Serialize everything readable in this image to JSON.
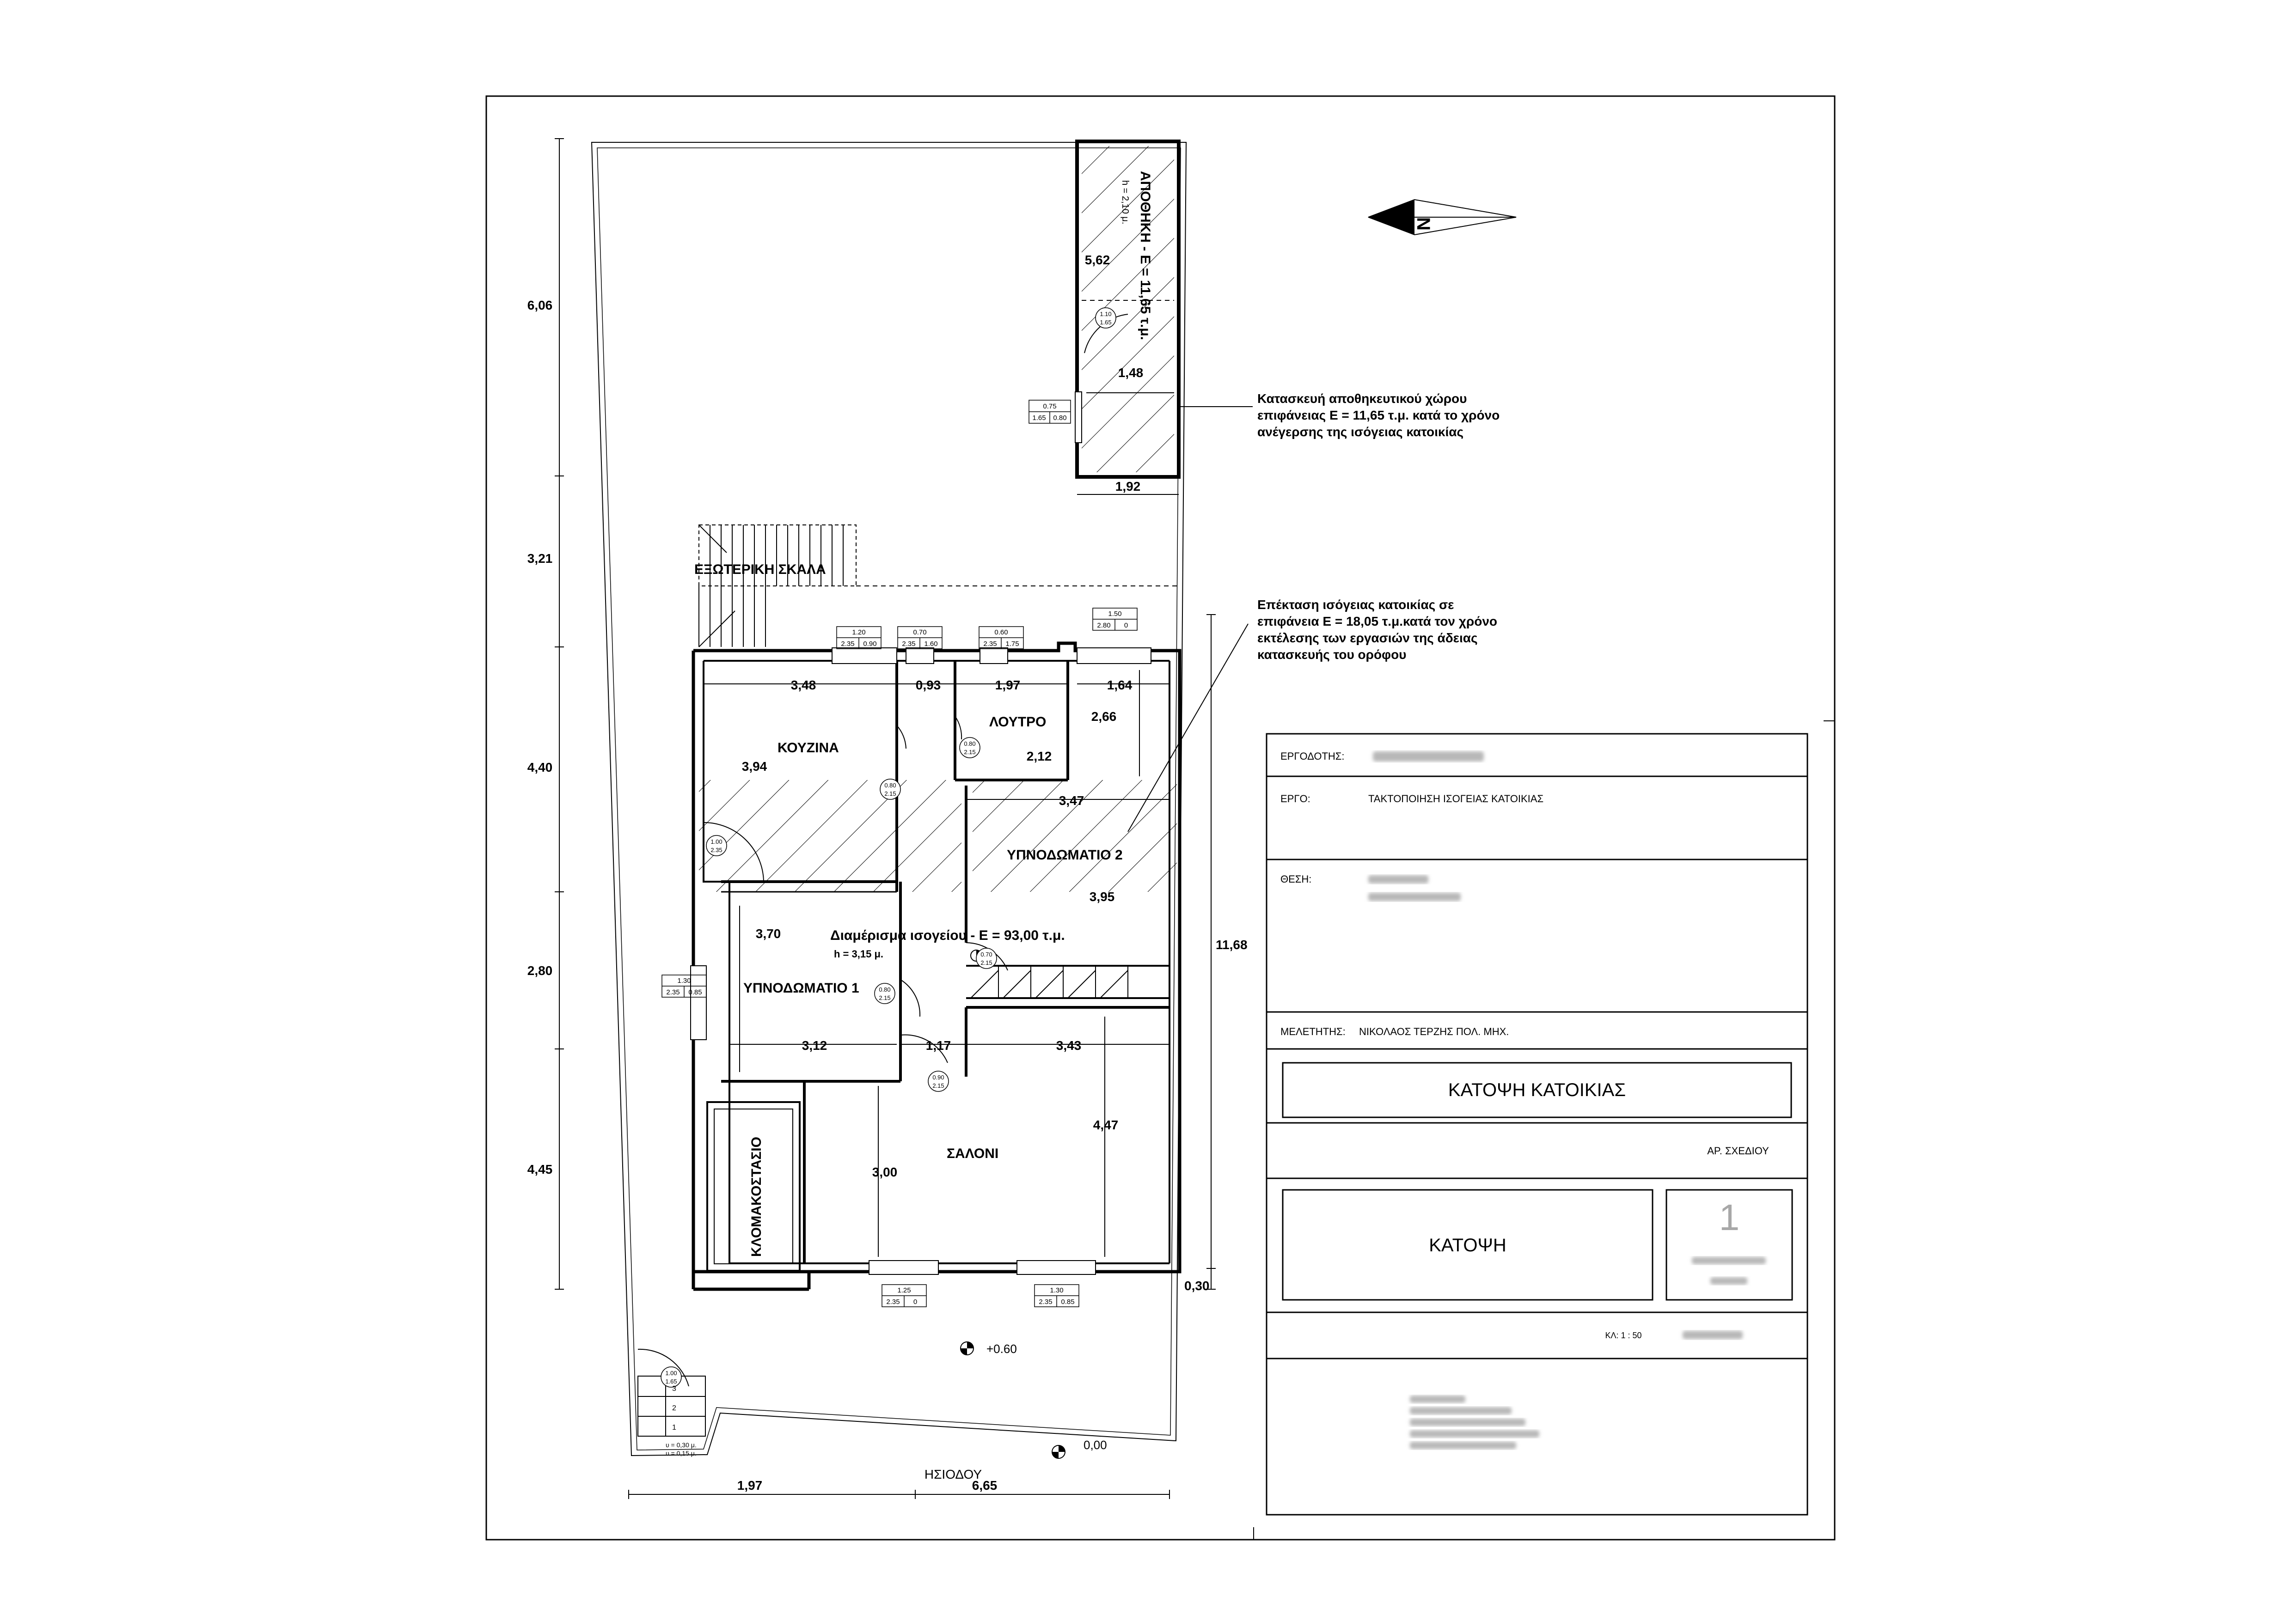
{
  "plan": {
    "rooms": {
      "storage_title": "ΑΠΟΘΗΚΗ - Ε = 11,65 τ.μ.",
      "storage_height": "h = 2,10 μ.",
      "external_stair": "ΕΞΩΤΕΡΙΚΗ ΣΚΑΛΑ",
      "kitchen": "ΚΟΥΖΙΝΑ",
      "bathroom": "ΛΟΥΤΡΟ",
      "bedroom2": "ΥΠΝΟΔΩΜΑΤΙΟ 2",
      "bedroom1": "ΥΠΝΟΔΩΜΑΤΙΟ 1",
      "living": "ΣΑΛΟΝΙ",
      "boiler": "ΚΛΟΜΑΚΟΣΤΑΣΙΟ",
      "apartment_title": "Διαμέρισμα ισογείου - Ε = 93,00 τ.μ.",
      "apartment_height": "h = 3,15 μ."
    },
    "street": "ΗΣΙΟΔΟΥ",
    "levels": {
      "plus": "+0.60",
      "zero": "0,00"
    },
    "stairs": {
      "s1": "1",
      "s2": "2",
      "s3": "3",
      "rise": "υ = 0,30 μ.",
      "tread": "υ = 0,15 μ."
    },
    "dims": {
      "left": [
        "6,06",
        "3,21",
        "4,40",
        "2,80",
        "4,45"
      ],
      "right_total": "11,68",
      "right_bottom": "0,30",
      "bottom": [
        "1,97",
        "6,65"
      ],
      "storage_w": "1,92",
      "storage_inner_w": "1,48",
      "storage_l": "5,62",
      "kitchen_w": "3,48",
      "kitchen_l": "3,94",
      "corridor_w": "0,93",
      "bath_w": "1,97",
      "bath_l": "2,12",
      "ext_w": "1,64",
      "ext_l": "2,66",
      "bed2_w": "3,47",
      "bed2_l": "3,95",
      "bed1_l": "3,70",
      "bed1_w": "3,12",
      "hall_w": "1,17",
      "living_w": "3,43",
      "living_l": "4,47",
      "living_l2": "3,00"
    },
    "window_tags": [
      {
        "top": "0.75",
        "bl": "1.65",
        "br": "0.80"
      },
      {
        "top": "1.20",
        "bl": "2.35",
        "br": "0.90"
      },
      {
        "top": "0.70",
        "bl": "2.35",
        "br": "1.60"
      },
      {
        "top": "0.60",
        "bl": "2.35",
        "br": "1.75"
      },
      {
        "top": "1.50",
        "bl": "2.80",
        "br": "0"
      },
      {
        "top": "1.30",
        "bl": "2.35",
        "br": "0.85"
      },
      {
        "top": "1.25",
        "bl": "2.35",
        "br": "0"
      },
      {
        "top": "1.30",
        "bl": "2.35",
        "br": "0.85"
      }
    ],
    "door_tags": [
      {
        "top": "1.10",
        "bottom": "1.65"
      },
      {
        "top": "0.80",
        "bottom": "2.15"
      },
      {
        "top": "0.80",
        "bottom": "2.15"
      },
      {
        "top": "1.00",
        "bottom": "2.35"
      },
      {
        "top": "0.80",
        "bottom": "2.15"
      },
      {
        "top": "0.70",
        "bottom": "2.15"
      },
      {
        "top": "0.90",
        "bottom": "2.15"
      },
      {
        "top": "1.00",
        "bottom": "1.65"
      }
    ]
  },
  "notes": {
    "storage_note": [
      "Κατασκευή αποθηκευτικού χώρου",
      "επιφάνειας Ε = 11,65 τ.μ. κατά το χρόνο",
      "ανέγερσης της ισόγειας κατοικίας"
    ],
    "extension_note": [
      "Επέκταση ισόγειας κατοικίας σε",
      "επιφάνεια Ε = 18,05 τ.μ.κατά τον χρόνο",
      "εκτέλεσης των εργασιών της άδειας",
      "κατασκευής του ορόφου"
    ]
  },
  "title_block": {
    "owner_label": "ΕΡΓΟΔΟΤΗΣ:",
    "project_label": "ΕΡΓΟ:",
    "project_value": "ΤΑΚΤΟΠΟΙΗΣΗ ΙΣΟΓΕΙΑΣ ΚΑΤΟΙΚΙΑΣ",
    "location_label": "ΘΕΣΗ:",
    "engineer_label": "ΜΕΛΕΤΗΤΗΣ:",
    "engineer_value": "ΝΙΚΟΛΑΟΣ ΤΕΡΖΗΣ ΠΟΛ. ΜΗΧ.",
    "drawing_title": "ΚΑΤΟΨΗ ΚΑΤΟΙΚΙΑΣ",
    "drawing_no_label": "ΑΡ. ΣΧΕΔΙΟΥ",
    "drawing_name": "ΚΑΤΟΨΗ",
    "drawing_no": "1",
    "scale": "ΚΛ: 1 : 50"
  }
}
